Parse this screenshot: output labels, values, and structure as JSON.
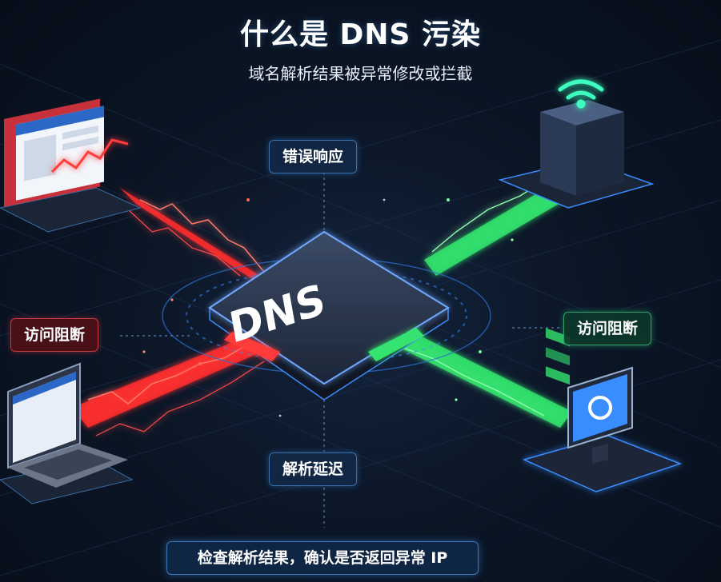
{
  "title": "什么是 DNS 污染",
  "subtitle": "域名解析结果被异常修改或拦截",
  "center_label": "DNS",
  "labels": {
    "wrong_response": "错误响应",
    "blocked_left": "访问阻断",
    "blocked_right": "访问阻断",
    "delay": "解析延迟"
  },
  "bottom_text": "检查解析结果，确认是否返回异常 IP",
  "colors": {
    "polluted": "#ff3b3b",
    "normal": "#3dff7a",
    "accent": "#3a8dff",
    "background": "#0b1626"
  },
  "icons": [
    "browser-window-icon",
    "server-icon",
    "wifi-icon",
    "laptop-icon",
    "monitor-icon",
    "dns-server-icon"
  ]
}
